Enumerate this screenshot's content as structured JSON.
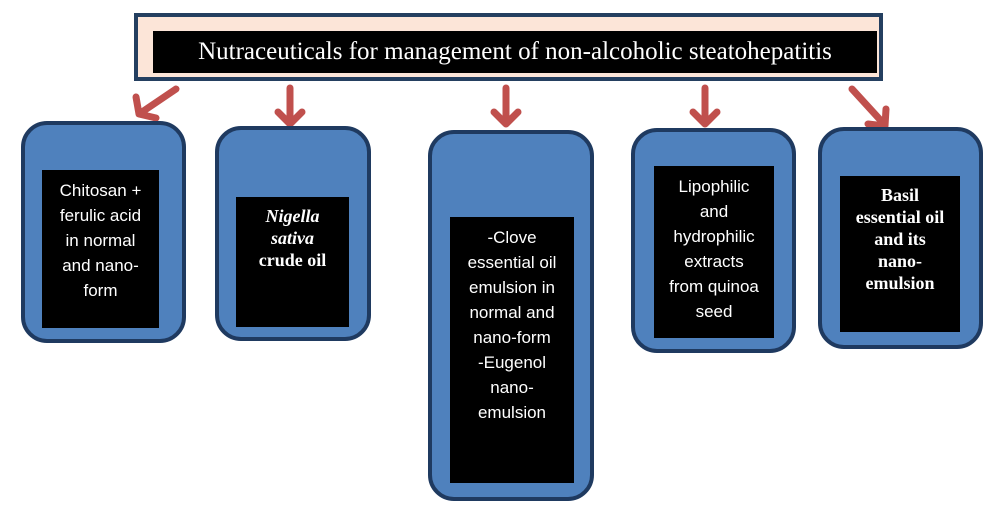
{
  "title": "Nutraceuticals for management of non-alcoholic steatohepatitis",
  "colors": {
    "box_fill": "#4f81bd",
    "box_border": "#1f3a60",
    "title_fill": "#fce5d8",
    "arrow": "#c0504d"
  },
  "boxes": [
    {
      "lines": [
        "Chitosan +",
        "ferulic acid",
        "in normal",
        "and nano-",
        "form"
      ]
    },
    {
      "lines": [
        "Nigella",
        "sativa",
        "crude oil"
      ]
    },
    {
      "lines": [
        "-Clove",
        "essential oil",
        "emulsion in",
        "normal and",
        "nano-form",
        "-Eugenol",
        "nano-",
        "emulsion"
      ]
    },
    {
      "lines": [
        "Lipophilic",
        "and",
        "hydrophilic",
        "extracts",
        "from quinoa",
        "seed"
      ]
    },
    {
      "lines": [
        "Basil",
        "essential oil",
        "and its",
        "nano-",
        "emulsion"
      ]
    }
  ]
}
